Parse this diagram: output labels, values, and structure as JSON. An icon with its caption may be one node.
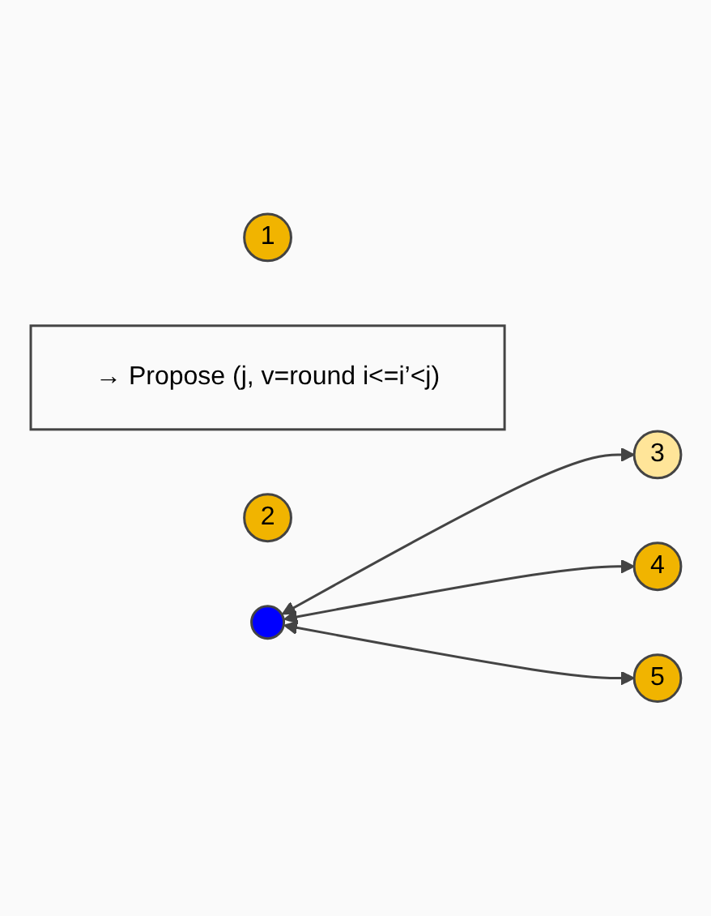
{
  "diagram": {
    "nodes": [
      {
        "text": [
          "1"
        ]
      },
      {
        "text": [
          "→ Propose (j, v=round i<=i’<j)"
        ]
      },
      {
        "text": [
          "2"
        ]
      },
      {
        "text": [],
        "shape": "circle"
      },
      {
        "text": [
          "3"
        ]
      },
      {
        "text": [
          "4"
        ]
      },
      {
        "text": [
          "5"
        ]
      }
    ],
    "edges": [
      {
        "from": 3,
        "to": 4,
        "arrow": "both"
      },
      {
        "from": 3,
        "to": 5,
        "arrow": "both"
      },
      {
        "from": 3,
        "to": 6,
        "arrow": "both"
      }
    ]
  }
}
